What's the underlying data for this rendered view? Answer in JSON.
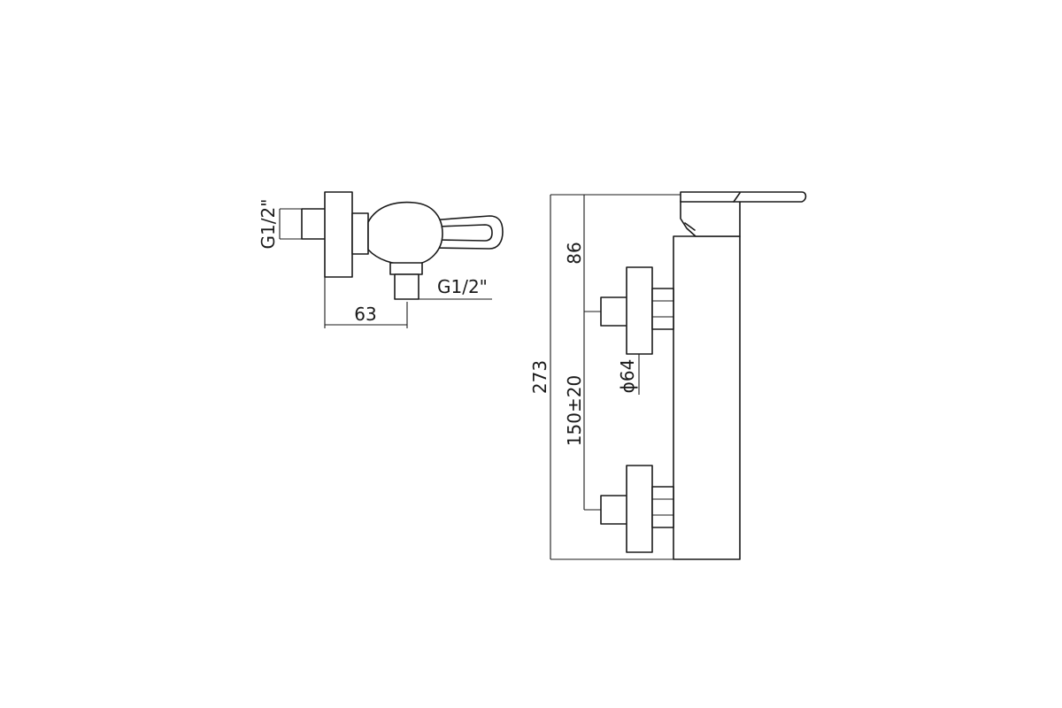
{
  "side_view": {
    "inlet_thread": "G1/2\"",
    "outlet_thread": "G1/2\"",
    "depth": "63"
  },
  "front_view": {
    "total_height": "273",
    "top_offset": "86",
    "inlet_spacing": "150±20",
    "flange_diameter": "ϕ64"
  }
}
